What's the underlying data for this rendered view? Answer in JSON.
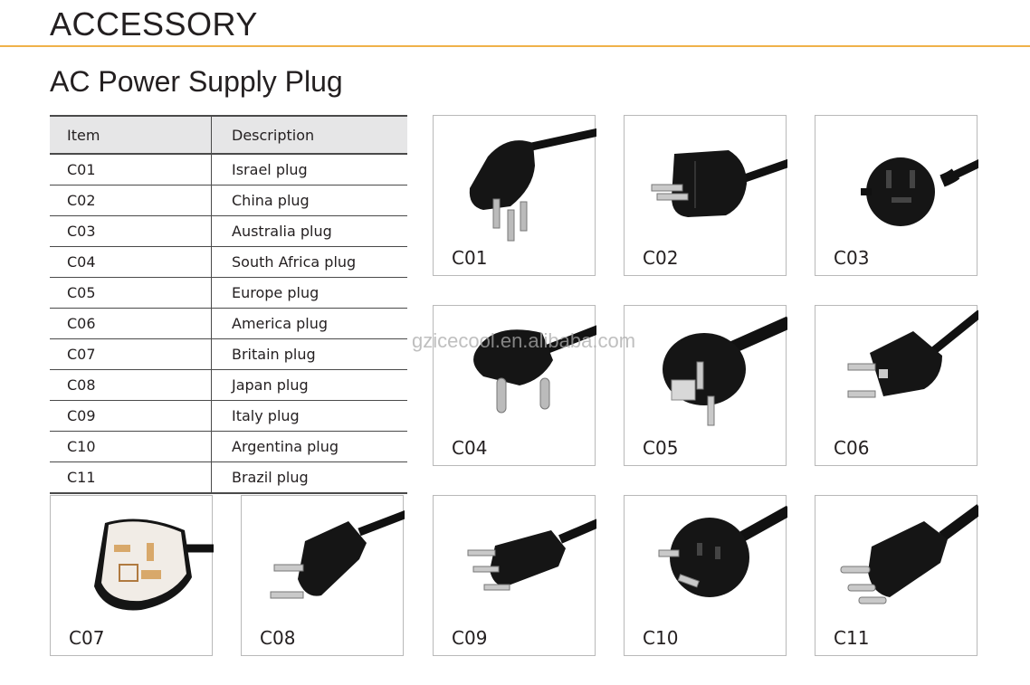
{
  "header": {
    "title": "ACCESSORY",
    "accent_color": "#f0b24a"
  },
  "section": {
    "title": "AC Power Supply Plug"
  },
  "table": {
    "headers": {
      "item": "Item",
      "description": "Description"
    },
    "rows": [
      {
        "item": "C01",
        "description": "Israel plug"
      },
      {
        "item": "C02",
        "description": "China plug"
      },
      {
        "item": "C03",
        "description": "Australia plug"
      },
      {
        "item": "C04",
        "description": "South Africa plug"
      },
      {
        "item": "C05",
        "description": "Europe plug"
      },
      {
        "item": "C06",
        "description": "America plug"
      },
      {
        "item": "C07",
        "description": "Britain plug"
      },
      {
        "item": "C08",
        "description": "Japan plug"
      },
      {
        "item": "C09",
        "description": "Italy plug"
      },
      {
        "item": "C10",
        "description": "Argentina plug"
      },
      {
        "item": "C11",
        "description": "Brazil plug"
      }
    ]
  },
  "cards": [
    {
      "code": "C01",
      "icon": "israel-plug-icon"
    },
    {
      "code": "C02",
      "icon": "china-plug-icon"
    },
    {
      "code": "C03",
      "icon": "australia-plug-icon"
    },
    {
      "code": "C04",
      "icon": "south-africa-plug-icon"
    },
    {
      "code": "C05",
      "icon": "europe-plug-icon"
    },
    {
      "code": "C06",
      "icon": "america-plug-icon"
    },
    {
      "code": "C07",
      "icon": "britain-plug-icon"
    },
    {
      "code": "C08",
      "icon": "japan-plug-icon"
    },
    {
      "code": "C09",
      "icon": "italy-plug-icon"
    },
    {
      "code": "C10",
      "icon": "argentina-plug-icon"
    },
    {
      "code": "C11",
      "icon": "brazil-plug-icon"
    }
  ],
  "watermark": "gzicecool.en.alibaba.com"
}
